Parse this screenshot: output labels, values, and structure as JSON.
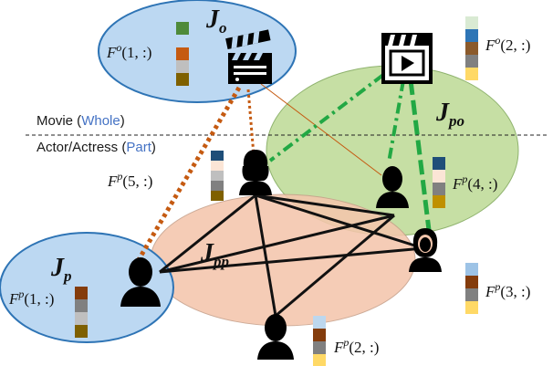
{
  "colors": {
    "ellipse_whole": "#bcd8f2",
    "ellipse_whole_stroke": "#2e74b5",
    "ellipse_po": "#c6dfa4",
    "ellipse_po_stroke": "#8fb36e",
    "ellipse_pp": "#f4c6ac",
    "ellipse_pp_stroke": "#c7a08a",
    "edge_pp": "#111111",
    "edge_po": "#22a844",
    "edge_op": "#c55a11",
    "part_text": "#4472c4"
  },
  "sections": {
    "movie_word": "Movie",
    "movie_part": "Whole",
    "actor_word": "Actor/Actress",
    "actor_part": "Part"
  },
  "relations": {
    "jo_main": "J",
    "jo_sub": "o",
    "jp_main": "J",
    "jp_sub": "p",
    "jpp_main": "J",
    "jpp_sub": "pp",
    "jpo_main": "J",
    "jpo_sub": "po"
  },
  "features": [
    {
      "id": "fo1",
      "base": "F",
      "sup": "o",
      "index": "(1, :)"
    },
    {
      "id": "fo2",
      "base": "F",
      "sup": "o",
      "index": "(2, :)"
    },
    {
      "id": "fp1",
      "base": "F",
      "sup": "p",
      "index": "(1, :)"
    },
    {
      "id": "fp2",
      "base": "F",
      "sup": "p",
      "index": "(2, :)"
    },
    {
      "id": "fp3",
      "base": "F",
      "sup": "p",
      "index": "(3, :)"
    },
    {
      "id": "fp4",
      "base": "F",
      "sup": "p",
      "index": "(4, :)"
    },
    {
      "id": "fp5",
      "base": "F",
      "sup": "p",
      "index": "(5, :)"
    }
  ],
  "feature_bars": {
    "fo1": [
      "#4e8a3a",
      "#bcd8f2",
      "#c55a11",
      "#bfbfbf",
      "#7f6000"
    ],
    "fo2": [
      "#d9ead3",
      "#2e75b6",
      "#8b5a2b",
      "#808080",
      "#ffd966"
    ],
    "fp1": [
      "#bcd8f2",
      "#843c0c",
      "#808080",
      "#bfbfbf",
      "#7f6000"
    ],
    "fp2": [
      "#bdd7ee",
      "#843c0c",
      "#808080",
      "#ffd966"
    ],
    "fp3": [
      "#9dc3e6",
      "#843c0c",
      "#808080",
      "#ffd966"
    ],
    "fp4": [
      "#1f4e79",
      "#fbe5d6",
      "#808080",
      "#bf9000"
    ],
    "fp5": [
      "#1f4e79",
      "#fbe5d6",
      "#bfbfbf",
      "#808080",
      "#7f6000"
    ]
  },
  "icons": {
    "clapperboard": "clapperboard-icon",
    "video_player": "video-player-icon",
    "person": "person-silhouette-icon"
  }
}
